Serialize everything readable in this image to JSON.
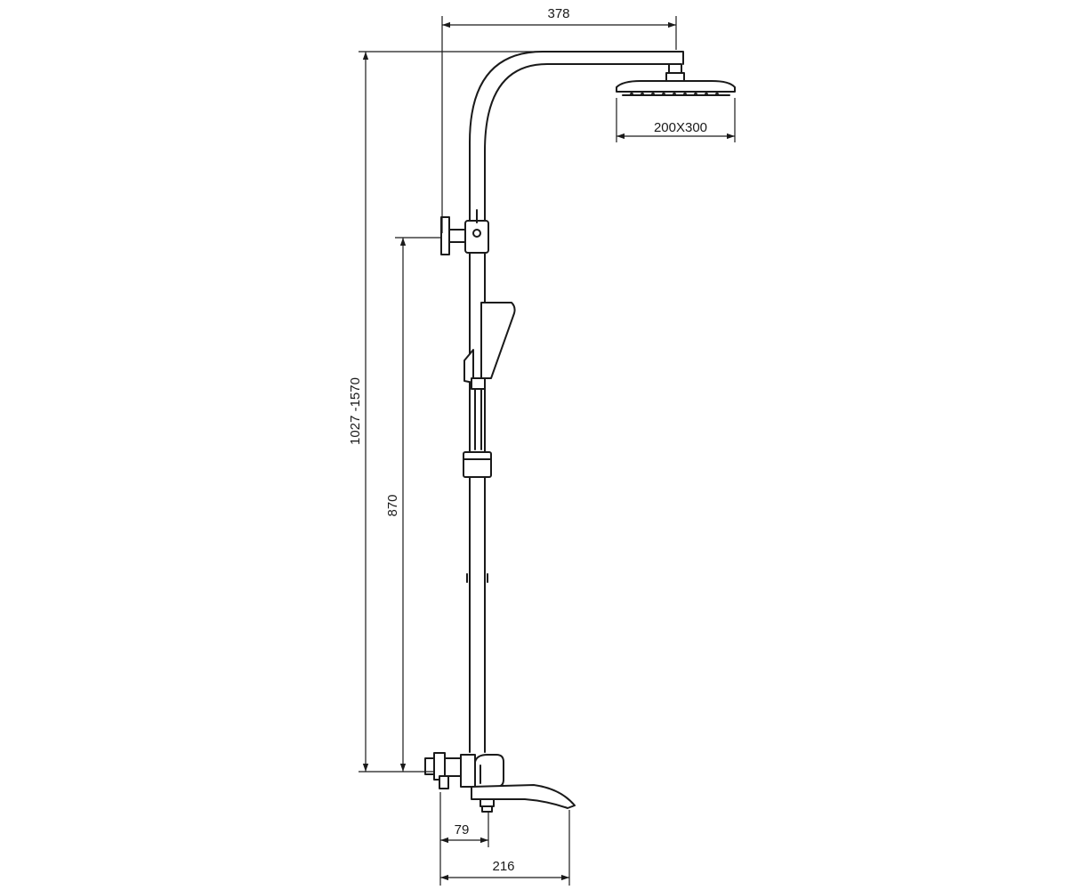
{
  "dimensions": {
    "arm_reach": "378",
    "head_size": "200X300",
    "overall_height": "1027 -1570",
    "diverter_height": "870",
    "outlet_offset": "79",
    "spout_length": "216"
  }
}
